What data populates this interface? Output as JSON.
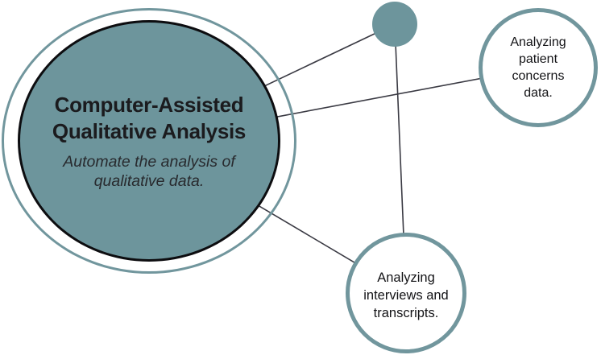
{
  "diagram": {
    "main_circle": {
      "title_lines": [
        "Computer-Assisted",
        "Qualitative Analysis"
      ],
      "subtitle_lines": [
        "Automate the analysis of",
        "qualitative data."
      ]
    },
    "nodes": {
      "patient_concerns": {
        "lines": [
          "Analyzing",
          "patient",
          "concerns",
          "data."
        ]
      },
      "interviews": {
        "lines": [
          "Analyzing",
          "interviews and",
          "transcripts."
        ]
      }
    },
    "colors": {
      "teal_fill": "#6D959C",
      "teal_ring": "#71969D",
      "ellipse_outline": "#0D0D10",
      "connector_line": "#3A3A43",
      "node_background": "#FFFFFF",
      "text": "#1B1B1E"
    }
  }
}
